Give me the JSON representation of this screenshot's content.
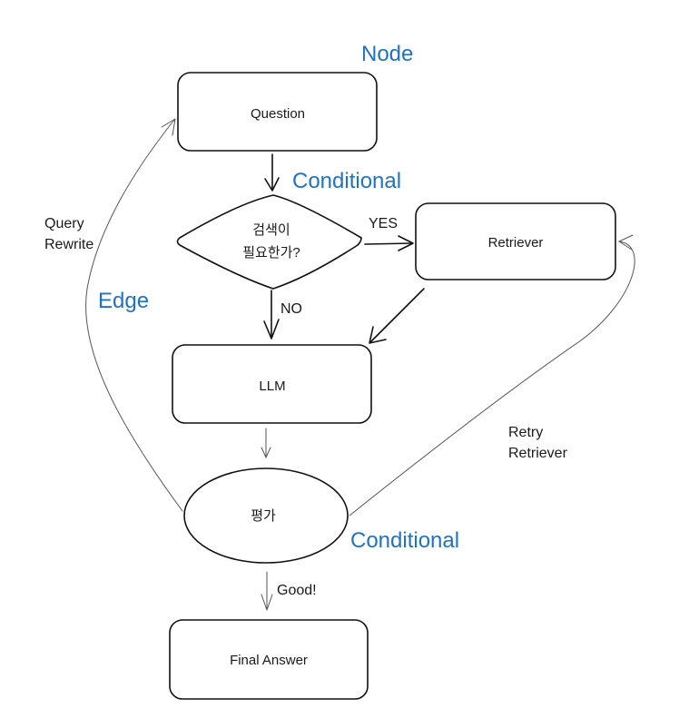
{
  "nodes": {
    "question": "Question",
    "decision_line1": "검색이",
    "decision_line2": "필요한가?",
    "retriever": "Retriever",
    "llm": "LLM",
    "evaluate": "평가",
    "final_answer": "Final Answer"
  },
  "edges": {
    "yes": "YES",
    "no": "NO",
    "good": "Good!",
    "query_rewrite_line1": "Query",
    "query_rewrite_line2": "Rewrite",
    "retry_retriever_line1": "Retry",
    "retry_retriever_line2": "Retriever"
  },
  "annotations": {
    "node": "Node",
    "conditional_top": "Conditional",
    "edge": "Edge",
    "conditional_bottom": "Conditional"
  },
  "colors": {
    "annotation": "#1f73c6",
    "stroke": "#111111"
  }
}
